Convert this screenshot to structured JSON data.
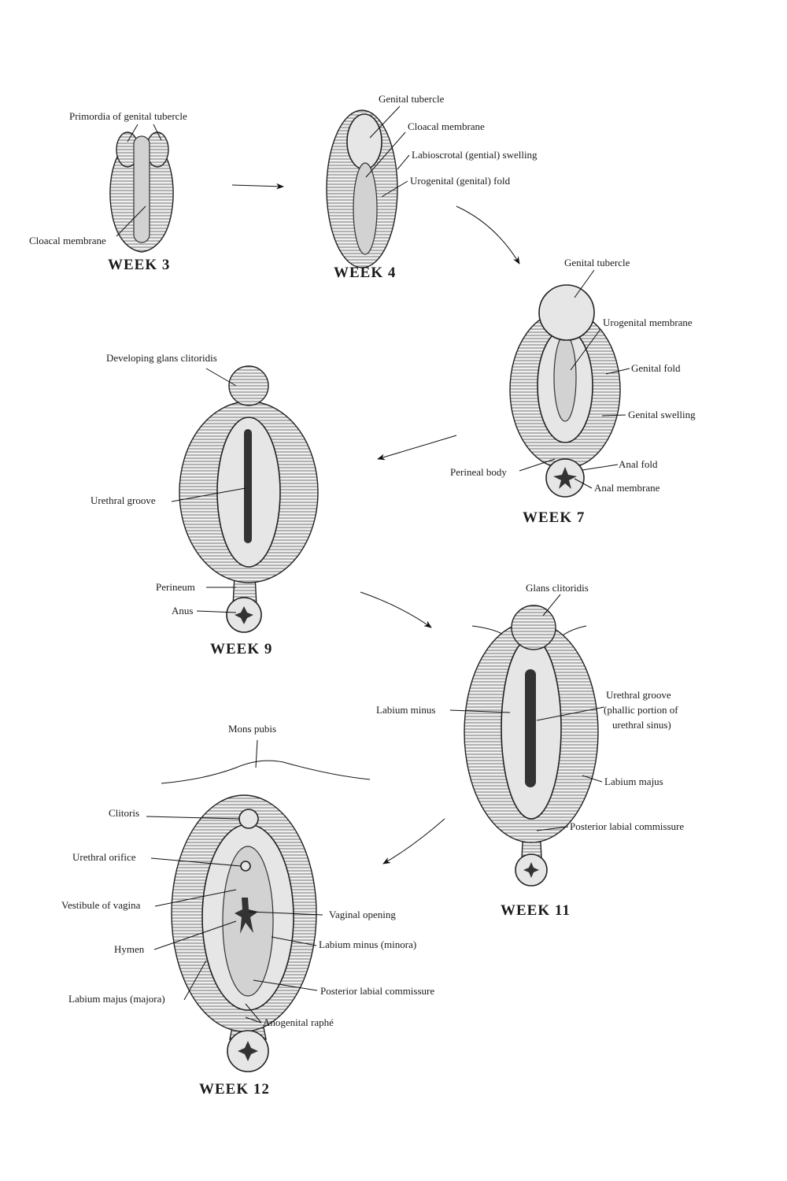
{
  "week3": {
    "title": "WEEK 3",
    "labels": [
      "Primordia of genital tubercle",
      "Cloacal membrane"
    ]
  },
  "week4": {
    "title": "WEEK 4",
    "labels": [
      "Genital tubercle",
      "Cloacal membrane",
      "Labioscrotal (gential) swelling",
      "Urogenital (genital) fold"
    ]
  },
  "week7": {
    "title": "WEEK 7",
    "labels": [
      "Genital tubercle",
      "Urogenital membrane",
      "Genital fold",
      "Genital swelling",
      "Anal fold",
      "Perineal body",
      "Anal membrane"
    ]
  },
  "week9": {
    "title": "WEEK 9",
    "labels": [
      "Developing glans clitoridis",
      "Urethral groove",
      "Perineum",
      "Anus"
    ]
  },
  "week11": {
    "title": "WEEK 11",
    "labels": [
      "Glans clitoridis",
      "Labium minus",
      "Urethral groove",
      "(phallic portion of",
      "urethral sinus)",
      "Labium majus",
      "Posterior labial commissure"
    ]
  },
  "week12": {
    "title": "WEEK 12",
    "labels": [
      "Mons pubis",
      "Clitoris",
      "Urethral orifice",
      "Vestibule of vagina",
      "Vaginal opening",
      "Hymen",
      "Labium minus (minora)",
      "Labium majus (majora)",
      "Posterior labial commissure",
      "Anogenital raphé"
    ]
  }
}
